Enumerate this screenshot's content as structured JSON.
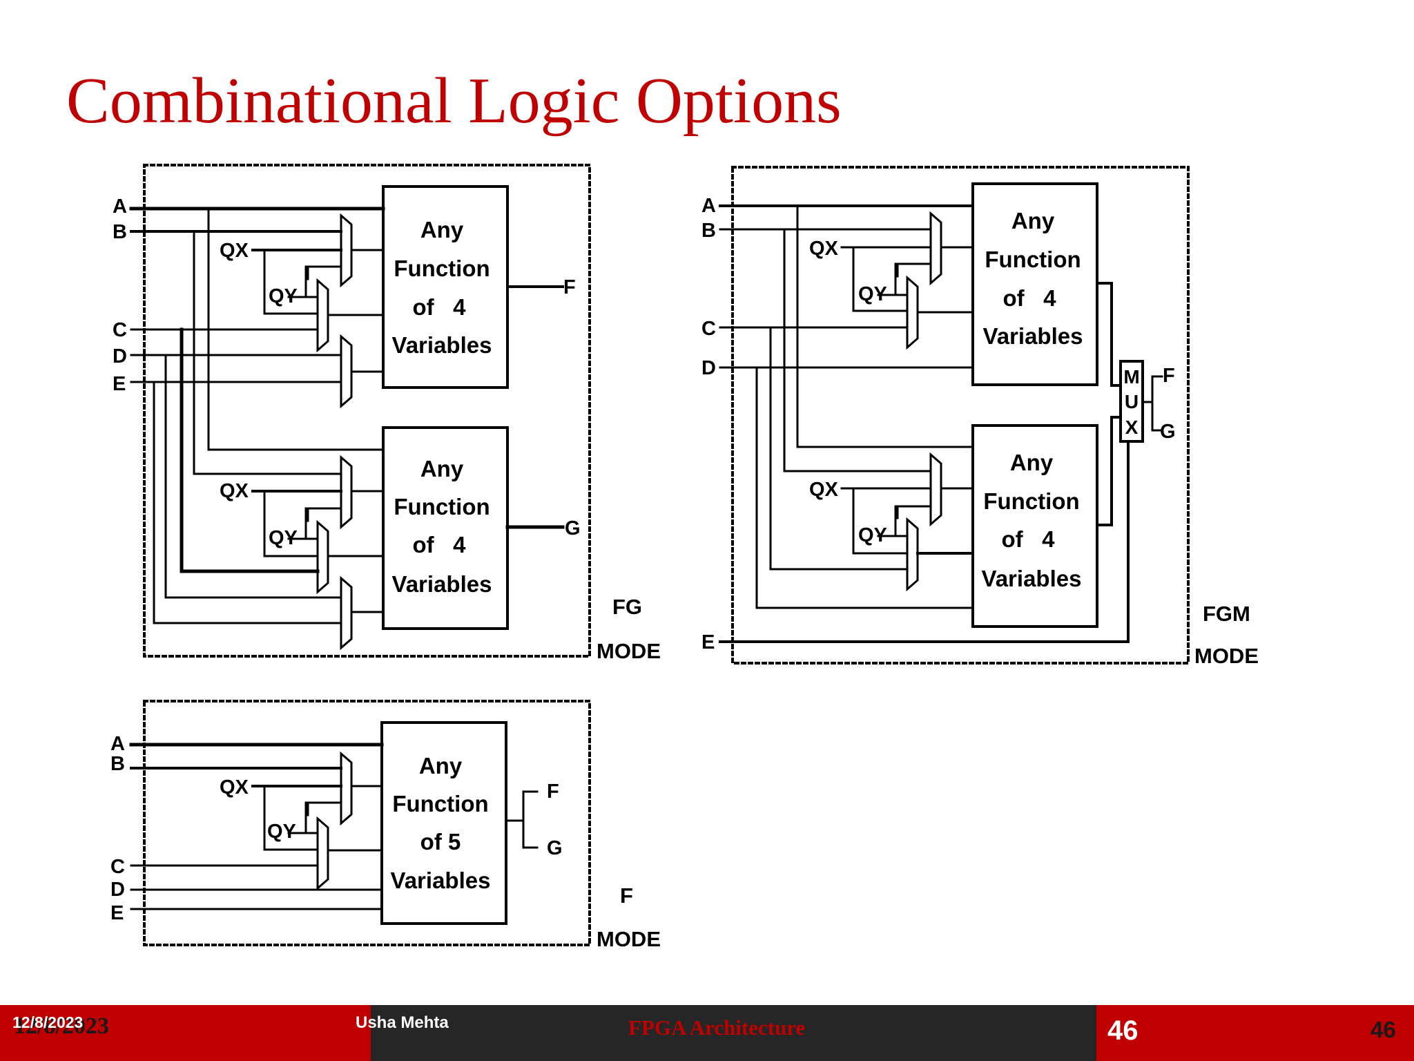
{
  "slide": {
    "title": "Combinational Logic Options"
  },
  "diagrams": {
    "fg": {
      "inputs": [
        "A",
        "B",
        "C",
        "D",
        "E"
      ],
      "qx": "QX",
      "qy": "QY",
      "block_top": [
        "Any",
        "Function",
        "of   4",
        "Variables"
      ],
      "block_bottom": [
        "Any",
        "Function",
        "of   4",
        "Variables"
      ],
      "out_top": "F",
      "out_bottom": "G",
      "mode": [
        "FG",
        "MODE"
      ]
    },
    "fgm": {
      "inputs": [
        "A",
        "B",
        "C",
        "D",
        "E"
      ],
      "qx": "QX",
      "qy": "QY",
      "block_top": [
        "Any",
        "Function",
        "of   4",
        "Variables"
      ],
      "block_bottom": [
        "Any",
        "Function",
        "of   4",
        "Variables"
      ],
      "mux": [
        "M",
        "U",
        "X"
      ],
      "out_top": "F",
      "out_bottom": "G",
      "mode": [
        "FGM",
        "MODE"
      ]
    },
    "f": {
      "inputs": [
        "A",
        "B",
        "C",
        "D",
        "E"
      ],
      "qx": "QX",
      "qy": "QY",
      "block": [
        "Any",
        "Function",
        "of 5",
        "Variables"
      ],
      "out_top": "F",
      "out_bottom": "G",
      "mode": [
        "F",
        "MODE"
      ]
    }
  },
  "footer": {
    "date_back": "12/8/2023",
    "date_front": "12/8/2023",
    "author": "Usha Mehta",
    "course": "FPGA Architecture",
    "page_box": "46",
    "page_right": "46",
    "colors": {
      "red": "#c00000",
      "dark": "#262626"
    }
  }
}
